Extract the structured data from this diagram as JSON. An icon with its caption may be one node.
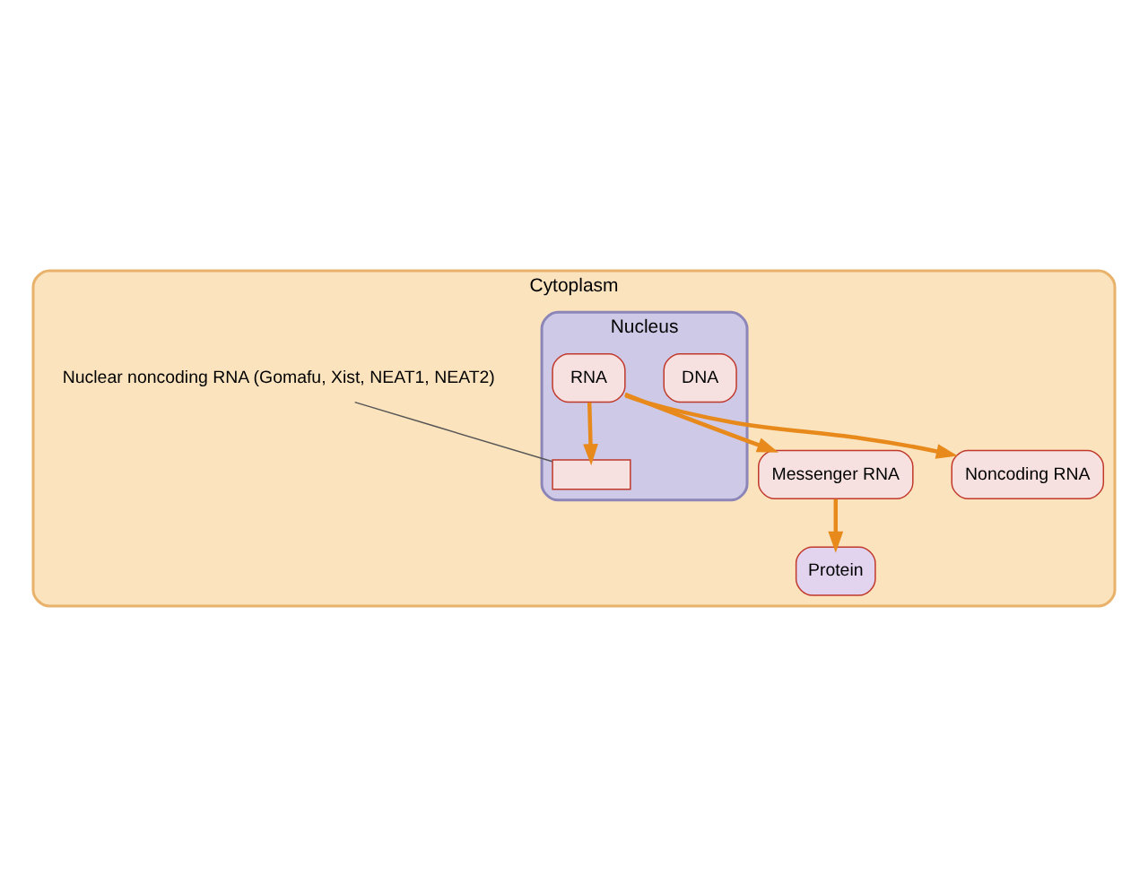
{
  "diagram": {
    "nodes": [
      {
        "text": [
          "Cytoplasm"
        ]
      },
      {
        "text": [
          "Nucleus"
        ],
        "in": 0
      },
      {
        "text": [
          "DNA"
        ],
        "in": 1
      },
      {
        "text": [
          "RNA"
        ],
        "in": 1
      },
      {
        "text": [],
        "shape": "box",
        "in": 1
      },
      {
        "text": [
          "Nuclear noncoding RNA (Gomafu, Xist, NEAT1, NEAT2)"
        ],
        "in": 0
      },
      {
        "text": [
          "Messenger RNA"
        ],
        "in": 0
      },
      {
        "text": [
          "Noncoding RNA"
        ],
        "in": 0
      },
      {
        "text": [
          "Protein"
        ],
        "in": 0
      }
    ],
    "edges": [
      {
        "from": 3,
        "to": 4,
        "arrow": "to"
      },
      {
        "from": 3,
        "to": 7,
        "arrow": "to"
      },
      {
        "from": 3,
        "to": 6,
        "arrow": "to"
      },
      {
        "from": 6,
        "to": 8,
        "arrow": "to"
      },
      {
        "from": 5,
        "to": 4,
        "arrow": "none",
        "color": "#555555"
      }
    ]
  }
}
